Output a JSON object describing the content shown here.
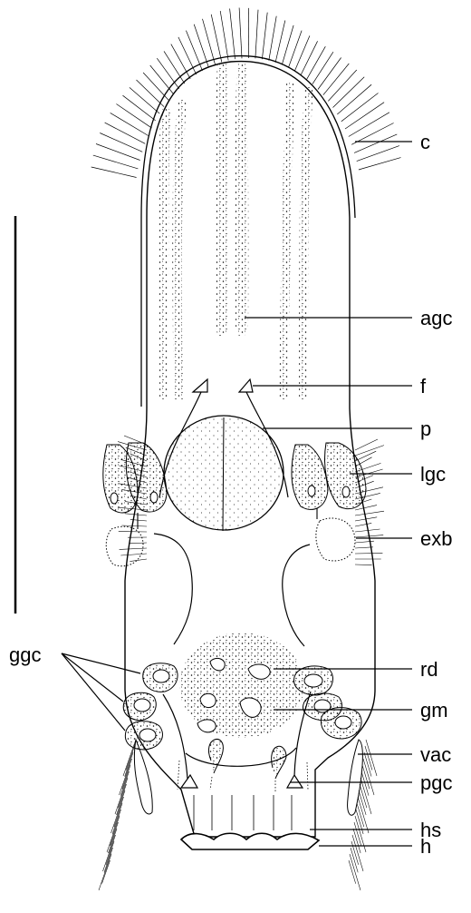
{
  "labels": {
    "c": "c",
    "agc": "agc",
    "f": "f",
    "p": "p",
    "lgc": "lgc",
    "exb": "exb",
    "ggc": "ggc",
    "rd": "rd",
    "gm": "gm",
    "vac": "vac",
    "pgc": "pgc",
    "hs": "hs",
    "h": "h"
  },
  "colors": {
    "ink": "#000000",
    "background": "#ffffff"
  }
}
